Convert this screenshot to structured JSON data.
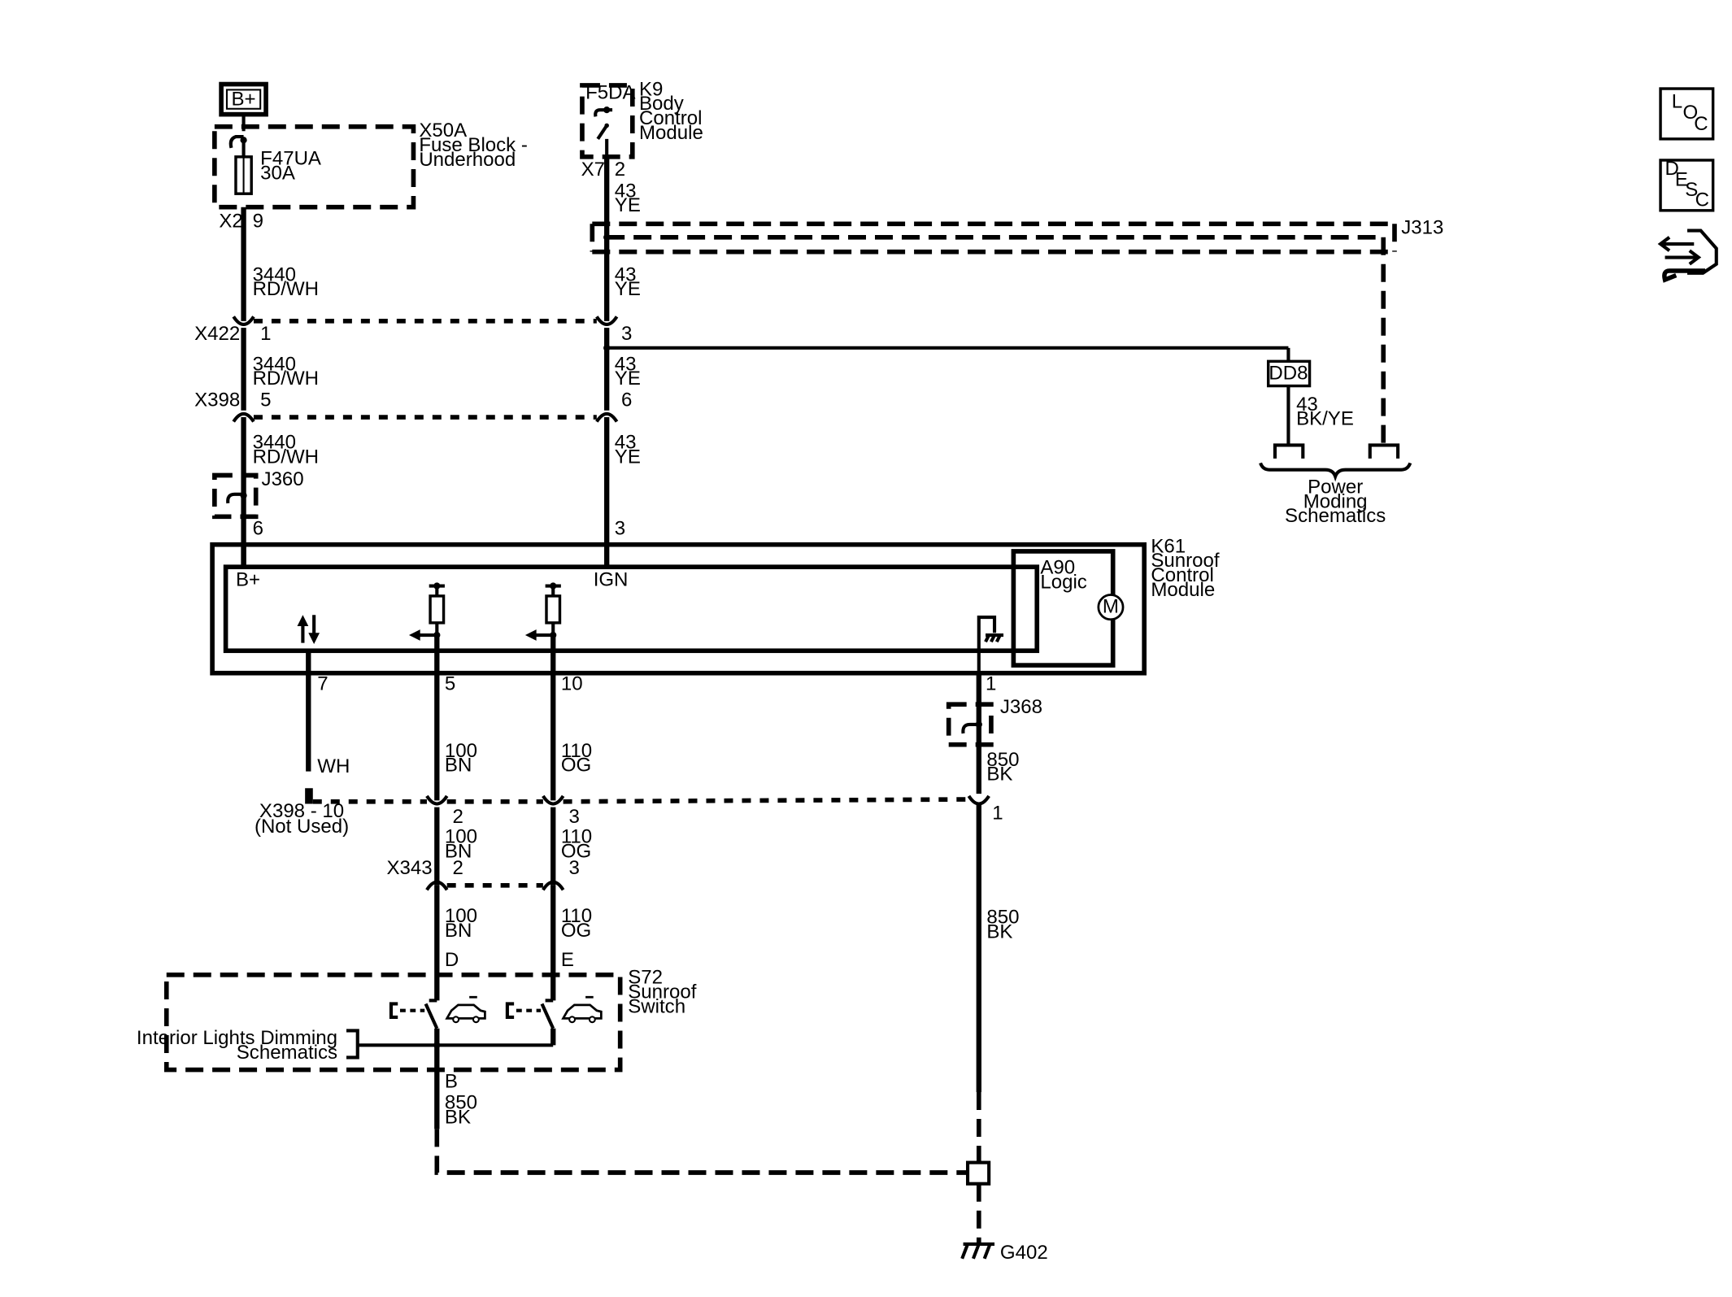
{
  "power": {
    "bplus_label": "B+",
    "fuse_block": {
      "id": "X50A",
      "name_line1": "Fuse Block -",
      "name_line2": "Underhood",
      "fuse": "F47UA",
      "rating": "30A",
      "connector": "X2",
      "pin": "9"
    },
    "bcm": {
      "fuse": "F5DA",
      "id": "K9",
      "name_line1": "Body",
      "name_line2": "Control",
      "name_line3": "Module",
      "connector": "X7",
      "pin": "2"
    }
  },
  "wires": {
    "w3440": {
      "circuit": "3440",
      "color": "RD/WH"
    },
    "w43": {
      "circuit": "43",
      "color": "YE"
    },
    "w43bk": {
      "circuit": "43",
      "color": "BK/YE"
    },
    "w7": {
      "color": "WH"
    },
    "w100": {
      "circuit": "100",
      "color": "BN"
    },
    "w110": {
      "circuit": "110",
      "color": "OG"
    },
    "w850": {
      "circuit": "850",
      "color": "BK"
    }
  },
  "connectors": {
    "x422": {
      "id": "X422",
      "pin_a": "1",
      "pin_b": "3"
    },
    "x398": {
      "id": "X398",
      "pin_a": "5",
      "pin_b": "6"
    },
    "x398b": {
      "pin_100": "2",
      "pin_110": "3",
      "pin_850": "1",
      "unused_label": "X398 - 10",
      "unused_note": "(Not Used)"
    },
    "x343": {
      "id": "X343",
      "pin_a": "2",
      "pin_b": "3"
    }
  },
  "splices": {
    "j313": "J313",
    "j360": "J360",
    "j368": "J368",
    "dd8": "DD8"
  },
  "power_moding": {
    "line1": "Power",
    "line2": "Moding",
    "line3": "Schematics"
  },
  "module": {
    "id": "K61",
    "name_line1": "Sunroof",
    "name_line2": "Control",
    "name_line3": "Module",
    "logic_id": "A90",
    "logic_name": "Logic",
    "motor": "M",
    "bplus": "B+",
    "ign": "IGN",
    "pin_bplus": "6",
    "pin_ign": "3",
    "pin_data": "7",
    "pin_100": "5",
    "pin_110": "10",
    "pin_gnd": "1"
  },
  "switch": {
    "id": "S72",
    "name_line1": "Sunroof",
    "name_line2": "Switch",
    "pin_100": "D",
    "pin_110": "E",
    "pin_gnd": "B",
    "dimming_line1": "Interior Lights Dimming",
    "dimming_line2": "Schematics"
  },
  "ground": {
    "id": "G402"
  },
  "nav": {
    "loc": {
      "l1": "L",
      "l2": "O",
      "l3": "C"
    },
    "desc": {
      "l1": "D",
      "l2": "E",
      "l3": "S",
      "l4": "C"
    }
  }
}
